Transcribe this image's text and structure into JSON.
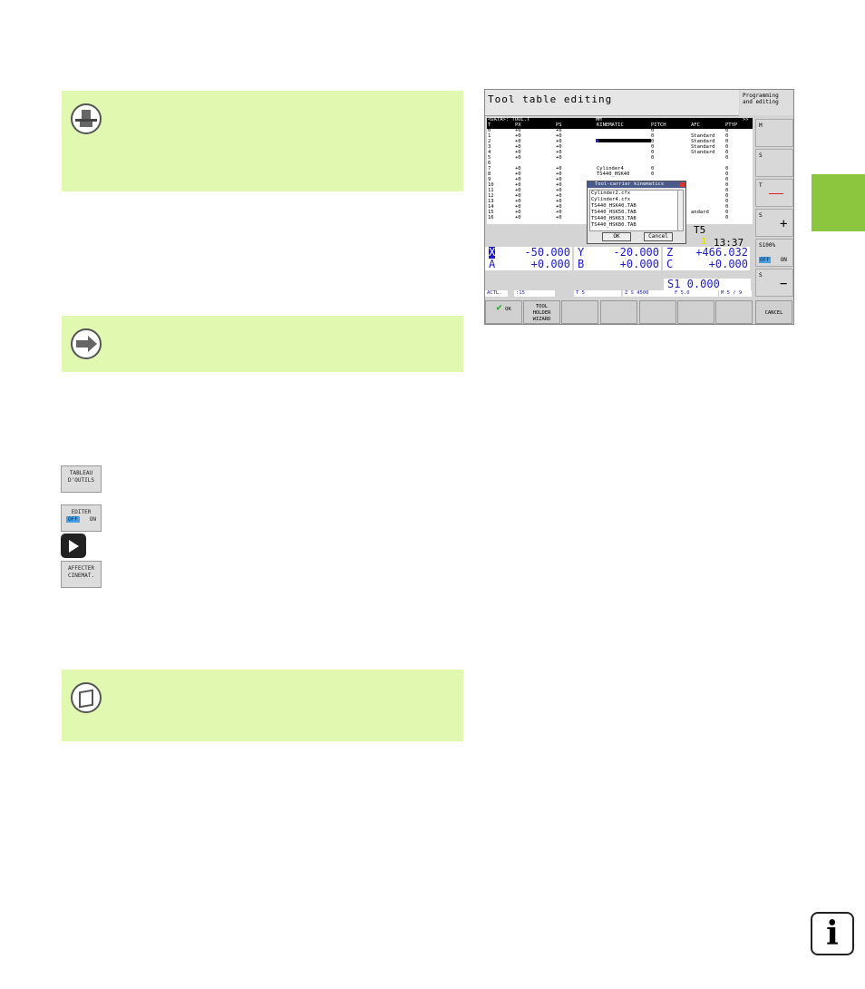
{
  "notes": [
    {
      "icon": "machine-icon"
    },
    {
      "icon": "arrow-right-icon"
    },
    {
      "icon": "manual-book-icon"
    }
  ],
  "softkeys": {
    "tool_table": {
      "line1": "TABLEAU",
      "line2": "D'OUTILS"
    },
    "edit": {
      "label": "EDITER",
      "off": "OFF",
      "on": "ON"
    },
    "assign": {
      "line1": "AFFECTER",
      "line2": "CINEMAT."
    }
  },
  "screen": {
    "title": "Tool table editing",
    "mode": "Programming and editing",
    "path": "<DATA>: TOOL.T",
    "unit": "MM",
    "more": ">>",
    "columns": [
      "T",
      "PX",
      "PS",
      "KINEMATIC",
      "PITCH",
      "AFC",
      "PTYP"
    ],
    "rows": [
      [
        "0",
        "+0",
        "+0",
        "",
        "0",
        "",
        "0"
      ],
      [
        "1",
        "+0",
        "+0",
        "",
        "0",
        "Standard",
        "0"
      ],
      [
        "2",
        "+0",
        "+0",
        "",
        "0",
        "Standard",
        "0"
      ],
      [
        "3",
        "+0",
        "+0",
        "",
        "0",
        "Standard",
        "0"
      ],
      [
        "4",
        "+0",
        "+0",
        "",
        "0",
        "Standard",
        "0"
      ],
      [
        "5",
        "+0",
        "+0",
        "",
        "0",
        "",
        "0"
      ],
      [
        "6",
        "",
        "",
        "",
        "",
        "",
        ""
      ],
      [
        "7",
        "+0",
        "+0",
        "Cylinder4",
        "0",
        "",
        "0"
      ],
      [
        "8",
        "+0",
        "+0",
        "TS440_HSK40",
        "0",
        "",
        "0"
      ],
      [
        "9",
        "+0",
        "+0",
        "",
        "",
        "",
        "0"
      ],
      [
        "10",
        "+0",
        "+0",
        "",
        "",
        "",
        "0"
      ],
      [
        "11",
        "+0",
        "+0",
        "",
        "",
        "",
        "0"
      ],
      [
        "12",
        "+0",
        "+0",
        "",
        "",
        "",
        "0"
      ],
      [
        "13",
        "+0",
        "+0",
        "",
        "",
        "",
        "0"
      ],
      [
        "14",
        "+0",
        "+0",
        "",
        "",
        "",
        "0"
      ],
      [
        "15",
        "+0",
        "+0",
        "",
        "",
        "andard",
        "0"
      ],
      [
        "16",
        "+0",
        "+0",
        "",
        "",
        "",
        "0"
      ]
    ],
    "dialog": {
      "title": "Tool-carrier kinematics",
      "items": [
        "Cylinder2.cfx",
        "Cylinder4.cfx",
        "TS440_HSK40.TAB",
        "TS440_HSK50.TAB",
        "TS440_HSK63.TAB",
        "TS440_HSK80.TAB"
      ],
      "ok": "OK",
      "cancel": "Cancel"
    },
    "tool": "T5",
    "time": "13:37",
    "feed_num": "1",
    "positions": [
      [
        "X",
        "-50.000"
      ],
      [
        "Y",
        "-20.000"
      ],
      [
        "Z",
        "+466.032"
      ],
      [
        "A",
        "+0.000"
      ],
      [
        "B",
        "+0.000"
      ],
      [
        "C",
        "+0.000"
      ]
    ],
    "spindle": "S1  0.000",
    "status": {
      "actl": "ACTL.",
      "rot": ":15",
      "t": "T 5",
      "s": "S 4500",
      "z": "Z",
      "f": "F 5.0",
      "m": "M 5 / 9"
    },
    "side": {
      "m": "M",
      "s": "S",
      "t": "T",
      "s2": "S",
      "s100": "S100%",
      "off": "OFF",
      "on": "ON",
      "s3": "S"
    },
    "fkeys": {
      "ok": "OK",
      "wizard1": "TOOL",
      "wizard2": "HOLDER",
      "wizard3": "WIZARD",
      "cancel": "CANCEL"
    }
  },
  "info_icon": "i"
}
